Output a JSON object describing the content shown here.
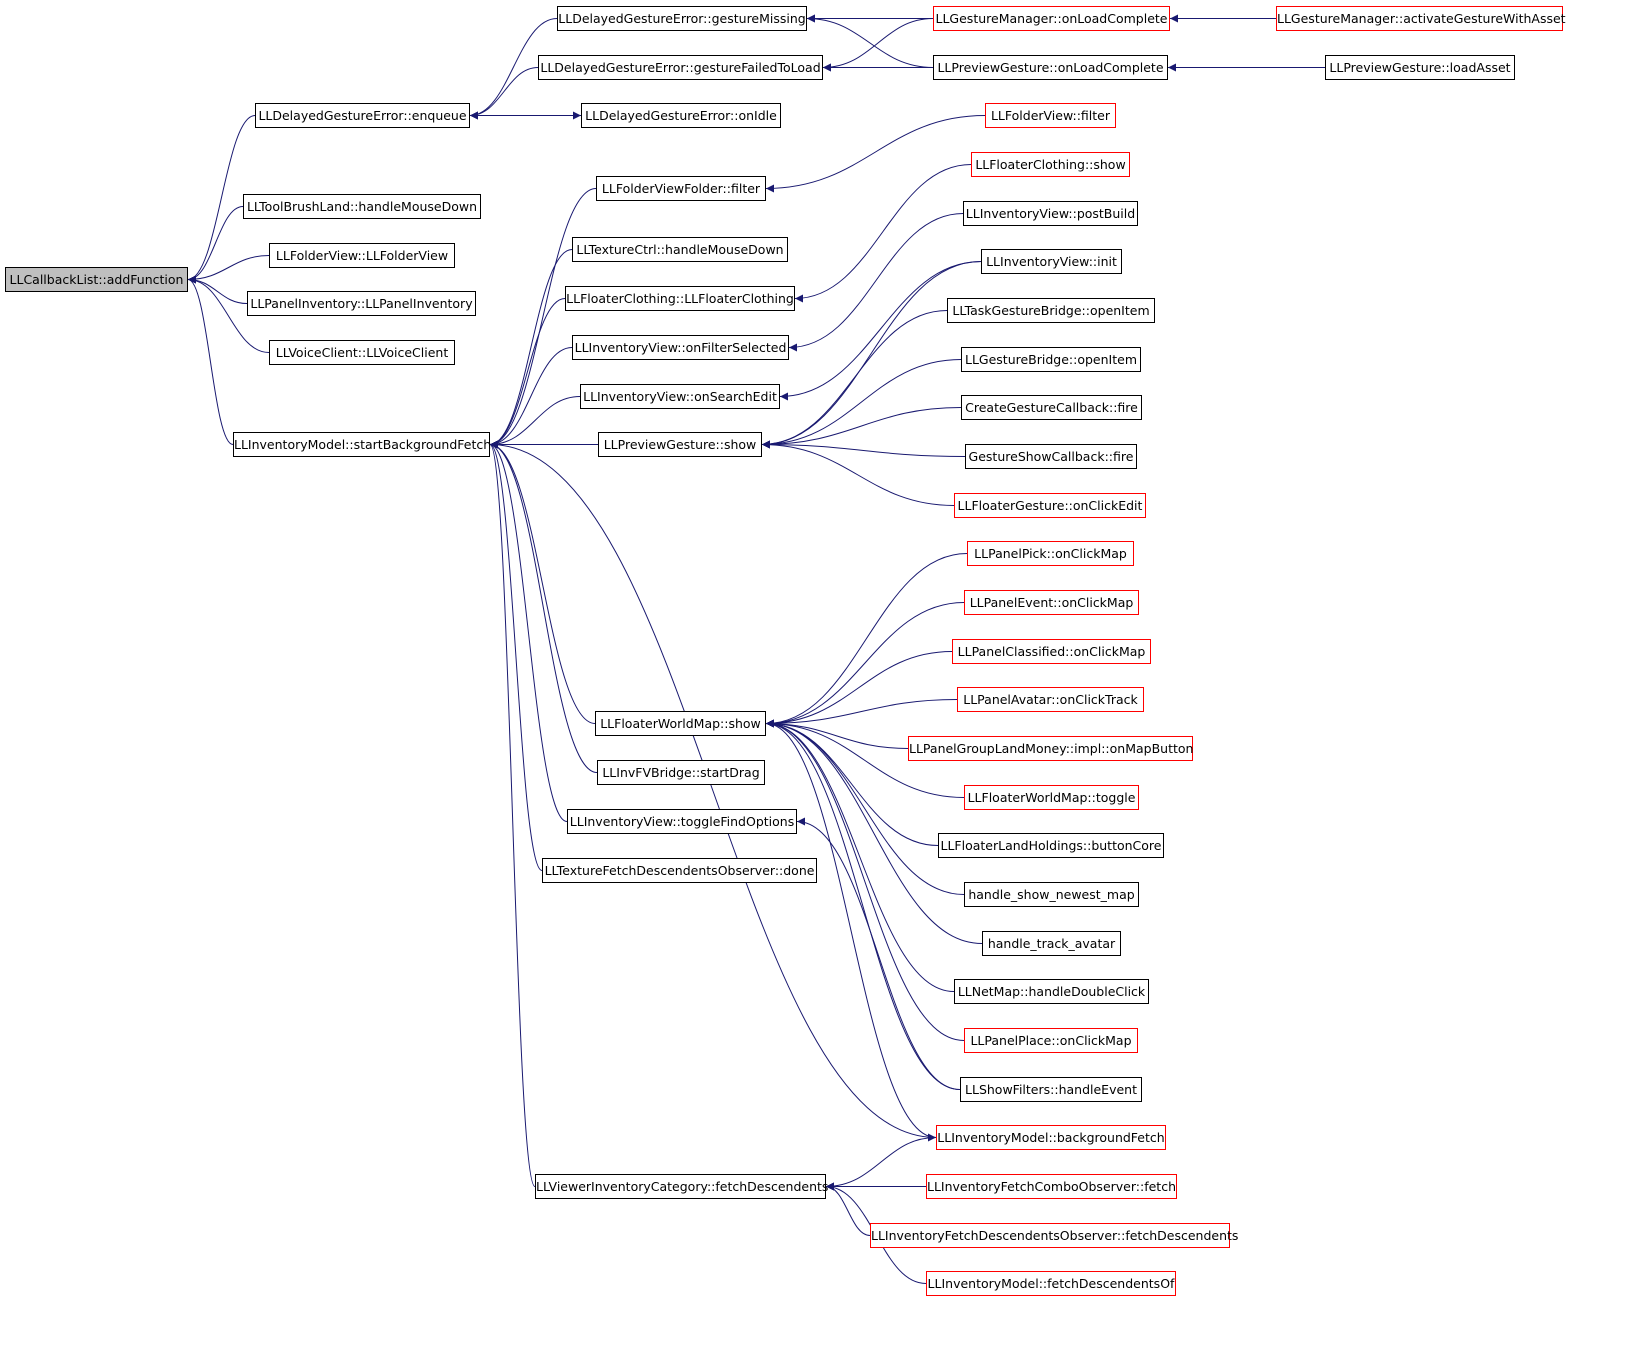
{
  "colors": {
    "edge": "#191970",
    "root_fill": "#bfbfbf",
    "border_default": "#000000",
    "border_truncated": "#ff0000"
  },
  "nodes": [
    {
      "id": "n0",
      "label": "LLCallbackList::addFunction",
      "style": "root"
    },
    {
      "id": "n1",
      "label": "LLDelayedGestureError::enqueue",
      "style": "black"
    },
    {
      "id": "n2",
      "label": "LLToolBrushLand::handleMouseDown",
      "style": "black"
    },
    {
      "id": "n3",
      "label": "LLFolderView::LLFolderView",
      "style": "black"
    },
    {
      "id": "n4",
      "label": "LLPanelInventory::LLPanelInventory",
      "style": "black"
    },
    {
      "id": "n5",
      "label": "LLVoiceClient::LLVoiceClient",
      "style": "black"
    },
    {
      "id": "n6",
      "label": "LLInventoryModel::startBackgroundFetch",
      "style": "black"
    },
    {
      "id": "n7",
      "label": "LLDelayedGestureError::gestureMissing",
      "style": "black"
    },
    {
      "id": "n8",
      "label": "LLDelayedGestureError::gestureFailedToLoad",
      "style": "black"
    },
    {
      "id": "n9",
      "label": "LLDelayedGestureError::onIdle",
      "style": "black"
    },
    {
      "id": "n10",
      "label": "LLGestureManager::onLoadComplete",
      "style": "red"
    },
    {
      "id": "n11",
      "label": "LLGestureManager::activateGestureWithAsset",
      "style": "red"
    },
    {
      "id": "n12",
      "label": "LLPreviewGesture::onLoadComplete",
      "style": "black"
    },
    {
      "id": "n13",
      "label": "LLPreviewGesture::loadAsset",
      "style": "black"
    },
    {
      "id": "n14",
      "label": "LLFolderView::filter",
      "style": "red"
    },
    {
      "id": "n15",
      "label": "LLFolderViewFolder::filter",
      "style": "black"
    },
    {
      "id": "n16",
      "label": "LLFloaterClothing::show",
      "style": "red"
    },
    {
      "id": "n17",
      "label": "LLTextureCtrl::handleMouseDown",
      "style": "black"
    },
    {
      "id": "n18",
      "label": "LLInventoryView::postBuild",
      "style": "black"
    },
    {
      "id": "n19",
      "label": "LLFloaterClothing::LLFloaterClothing",
      "style": "black"
    },
    {
      "id": "n20",
      "label": "LLInventoryView::init",
      "style": "black"
    },
    {
      "id": "n21",
      "label": "LLTaskGestureBridge::openItem",
      "style": "black"
    },
    {
      "id": "n22",
      "label": "LLInventoryView::onFilterSelected",
      "style": "black"
    },
    {
      "id": "n23",
      "label": "LLGestureBridge::openItem",
      "style": "black"
    },
    {
      "id": "n24",
      "label": "LLInventoryView::onSearchEdit",
      "style": "black"
    },
    {
      "id": "n25",
      "label": "CreateGestureCallback::fire",
      "style": "black"
    },
    {
      "id": "n26",
      "label": "LLPreviewGesture::show",
      "style": "black"
    },
    {
      "id": "n27",
      "label": "GestureShowCallback::fire",
      "style": "black"
    },
    {
      "id": "n28",
      "label": "LLFloaterGesture::onClickEdit",
      "style": "red"
    },
    {
      "id": "n29",
      "label": "LLPanelPick::onClickMap",
      "style": "red"
    },
    {
      "id": "n30",
      "label": "LLPanelEvent::onClickMap",
      "style": "red"
    },
    {
      "id": "n31",
      "label": "LLPanelClassified::onClickMap",
      "style": "red"
    },
    {
      "id": "n32",
      "label": "LLPanelAvatar::onClickTrack",
      "style": "red"
    },
    {
      "id": "n33",
      "label": "LLFloaterWorldMap::show",
      "style": "black"
    },
    {
      "id": "n34",
      "label": "LLPanelGroupLandMoney::impl::onMapButton",
      "style": "red"
    },
    {
      "id": "n35",
      "label": "LLInvFVBridge::startDrag",
      "style": "black"
    },
    {
      "id": "n36",
      "label": "LLFloaterWorldMap::toggle",
      "style": "red"
    },
    {
      "id": "n37",
      "label": "LLInventoryView::toggleFindOptions",
      "style": "black"
    },
    {
      "id": "n38",
      "label": "LLFloaterLandHoldings::buttonCore",
      "style": "black"
    },
    {
      "id": "n39",
      "label": "LLTextureFetchDescendentsObserver::done",
      "style": "black"
    },
    {
      "id": "n40",
      "label": "handle_show_newest_map",
      "style": "black"
    },
    {
      "id": "n41",
      "label": "handle_track_avatar",
      "style": "black"
    },
    {
      "id": "n42",
      "label": "LLNetMap::handleDoubleClick",
      "style": "black"
    },
    {
      "id": "n43",
      "label": "LLPanelPlace::onClickMap",
      "style": "red"
    },
    {
      "id": "n44",
      "label": "LLShowFilters::handleEvent",
      "style": "black"
    },
    {
      "id": "n45",
      "label": "LLInventoryModel::backgroundFetch",
      "style": "red"
    },
    {
      "id": "n46",
      "label": "LLViewerInventoryCategory::fetchDescendents",
      "style": "black"
    },
    {
      "id": "n47",
      "label": "LLInventoryFetchComboObserver::fetch",
      "style": "red"
    },
    {
      "id": "n48",
      "label": "LLInventoryFetchDescendentsObserver::fetchDescendents",
      "style": "red"
    },
    {
      "id": "n49",
      "label": "LLInventoryModel::fetchDescendentsOf",
      "style": "red"
    }
  ],
  "edges": [
    [
      "n1",
      "n0"
    ],
    [
      "n2",
      "n0"
    ],
    [
      "n3",
      "n0"
    ],
    [
      "n4",
      "n0"
    ],
    [
      "n5",
      "n0"
    ],
    [
      "n6",
      "n0"
    ],
    [
      "n7",
      "n1"
    ],
    [
      "n8",
      "n1"
    ],
    [
      "n9",
      "n1"
    ],
    [
      "n1",
      "n9"
    ],
    [
      "n10",
      "n7"
    ],
    [
      "n12",
      "n7"
    ],
    [
      "n11",
      "n10"
    ],
    [
      "n10",
      "n8"
    ],
    [
      "n12",
      "n8"
    ],
    [
      "n13",
      "n12"
    ],
    [
      "n14",
      "n15"
    ],
    [
      "n16",
      "n19"
    ],
    [
      "n18",
      "n22"
    ],
    [
      "n20",
      "n24"
    ],
    [
      "n15",
      "n6"
    ],
    [
      "n17",
      "n6"
    ],
    [
      "n19",
      "n6"
    ],
    [
      "n22",
      "n6"
    ],
    [
      "n24",
      "n6"
    ],
    [
      "n26",
      "n6"
    ],
    [
      "n33",
      "n6"
    ],
    [
      "n35",
      "n6"
    ],
    [
      "n37",
      "n6"
    ],
    [
      "n39",
      "n6"
    ],
    [
      "n45",
      "n6"
    ],
    [
      "n46",
      "n6"
    ],
    [
      "n20",
      "n26"
    ],
    [
      "n21",
      "n26"
    ],
    [
      "n23",
      "n26"
    ],
    [
      "n25",
      "n26"
    ],
    [
      "n27",
      "n26"
    ],
    [
      "n28",
      "n26"
    ],
    [
      "n29",
      "n33"
    ],
    [
      "n30",
      "n33"
    ],
    [
      "n31",
      "n33"
    ],
    [
      "n32",
      "n33"
    ],
    [
      "n34",
      "n33"
    ],
    [
      "n36",
      "n33"
    ],
    [
      "n38",
      "n33"
    ],
    [
      "n40",
      "n33"
    ],
    [
      "n41",
      "n33"
    ],
    [
      "n42",
      "n33"
    ],
    [
      "n43",
      "n33"
    ],
    [
      "n44",
      "n33"
    ],
    [
      "n44",
      "n37"
    ],
    [
      "n33",
      "n45"
    ],
    [
      "n45",
      "n46"
    ],
    [
      "n47",
      "n46"
    ],
    [
      "n48",
      "n46"
    ],
    [
      "n49",
      "n46"
    ]
  ]
}
